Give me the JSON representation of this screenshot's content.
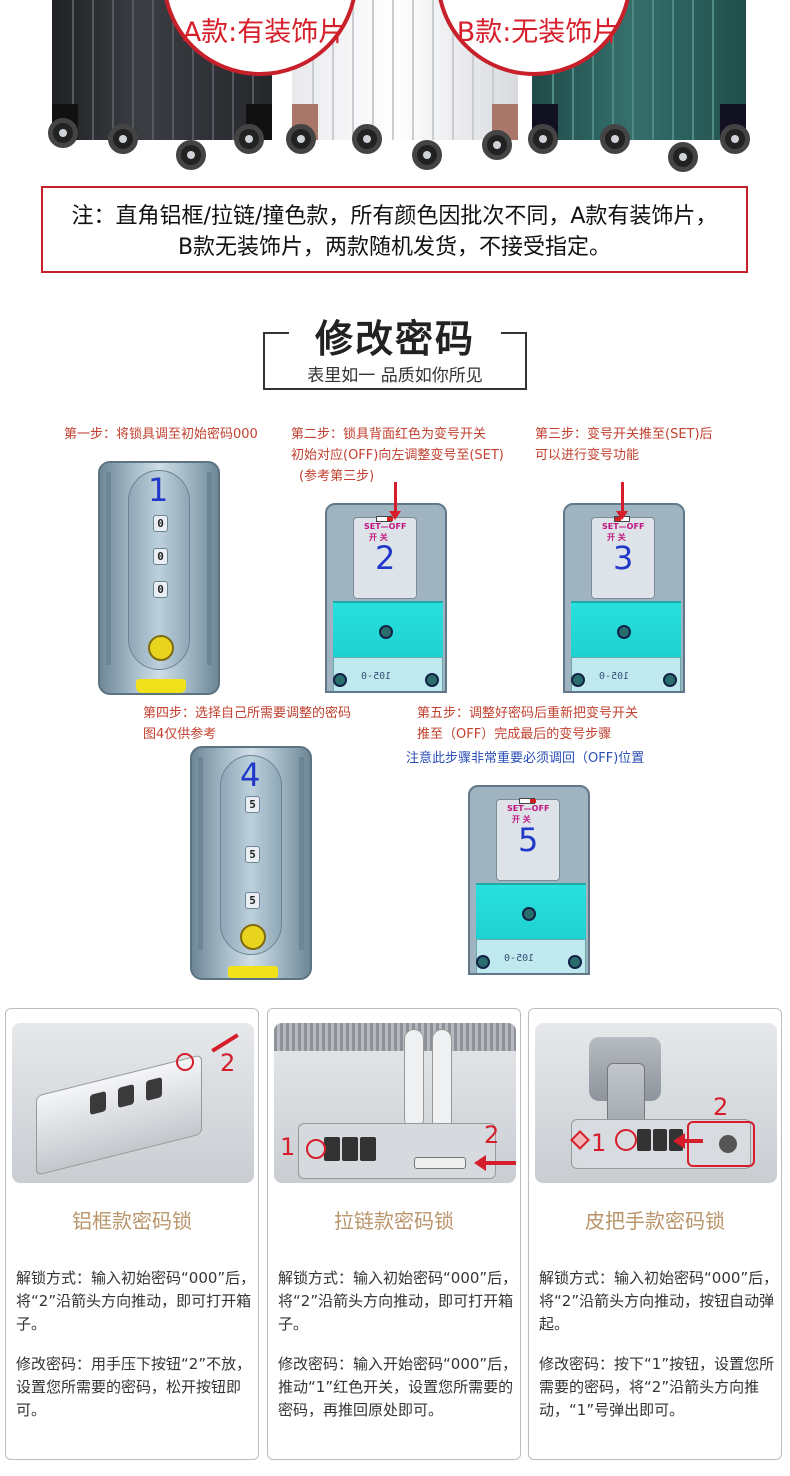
{
  "banner": {
    "badge_a": "A款:有装饰片",
    "badge_b": "B款:无装饰片"
  },
  "note": {
    "line1": "注：直角铝框/拉链/撞色款，所有颜色因批次不同，A款有装饰片，",
    "line2": "B款无装饰片，两款随机发货，不接受指定。"
  },
  "section": {
    "title": "修改密码",
    "subtitle": "表里如一  品质如你所见"
  },
  "steps": {
    "step1": {
      "caption": "第一步：将锁具调至初始密码000",
      "number": "1",
      "dials": [
        "0",
        "0",
        "0"
      ]
    },
    "step2": {
      "caption_line1": "第二步：锁具背面红色为变号开关",
      "caption_line2": "初始对应(OFF)向左调整变号至(SET)",
      "caption_line3": "(参考第三步)",
      "number": "2"
    },
    "step3": {
      "caption_line1": "第三步：变号开关推至(SET)后",
      "caption_line2": "可以进行变号功能",
      "number": "3"
    },
    "step4": {
      "caption_line1": "第四步：选择自己所需要调整的密码",
      "caption_line2": "图4仅供参考",
      "number": "4",
      "dials": [
        "5",
        "5",
        "5"
      ]
    },
    "step5": {
      "caption_line1": "第五步：调整好密码后重新把变号开关",
      "caption_line2": "推至（OFF）完成最后的变号步骤",
      "caption_line3": "注意此步骤非常重要必须调回（OFF)位置",
      "number": "5"
    },
    "switch_label_top": "SET—OFF",
    "switch_label_bottom": "开    关",
    "back_code": "105-0"
  },
  "cards": [
    {
      "title": "铝框款密码锁",
      "marker": "2",
      "unlock": "解锁方式：输入初始密码“000”后，将“2”沿箭头方向推动，即可打开箱子。",
      "change": "修改密码：用手压下按钮“2”不放，设置您所需要的密码，松开按钮即可。"
    },
    {
      "title": "拉链款密码锁",
      "marker1": "1",
      "marker2": "2",
      "unlock": "解锁方式：输入初始密码“000”后，将“2”沿箭头方向推动，即可打开箱子。",
      "change": "修改密码：输入开始密码“000”后，推动“1”红色开关，设置您所需要的密码，再推回原处即可。"
    },
    {
      "title": "皮把手款密码锁",
      "marker1": "1",
      "marker2": "2",
      "unlock": "解锁方式：输入初始密码“000”后，将“2”沿箭头方向推动，按钮自动弹起。",
      "change": "修改密码：按下“1”按钮，设置您所需要的密码，将“2”沿箭头方向推动，“1”号弹出即可。"
    }
  ],
  "colors": {
    "accent_red": "#d51d2b",
    "card_title": "#b9956b",
    "step_caption": "#c2402f",
    "step_warning": "#2a4fb5"
  }
}
